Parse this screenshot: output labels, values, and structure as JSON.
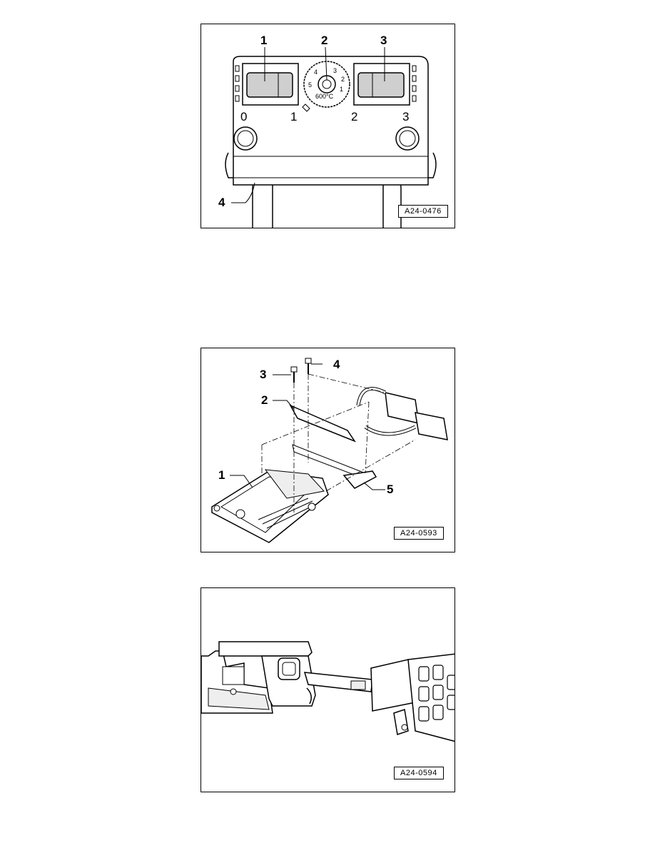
{
  "figures": [
    {
      "code": "A24-0476",
      "callouts": [
        "1",
        "2",
        "3",
        "4"
      ],
      "positions": [
        "0",
        "1",
        "2",
        "3"
      ],
      "dial_label": "600°C",
      "dial_marks": [
        "5",
        "4",
        "3",
        "2",
        "1"
      ]
    },
    {
      "code": "A24-0593",
      "callouts": [
        "1",
        "2",
        "3",
        "4",
        "5"
      ]
    },
    {
      "code": "A24-0594"
    }
  ]
}
